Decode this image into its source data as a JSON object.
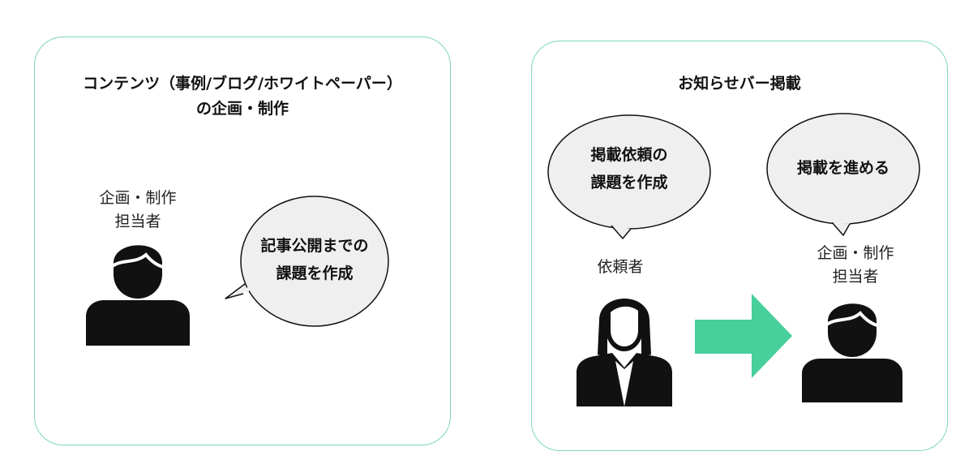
{
  "left_panel": {
    "title_line1": "コンテンツ（事例/ブログ/ホワイトペーパー）",
    "title_line2": "の企画・制作",
    "person_label_line1": "企画・制作",
    "person_label_line2": "担当者",
    "bubble_line1": "記事公開までの",
    "bubble_line2": "課題を作成"
  },
  "right_panel": {
    "title": "お知らせバー掲載",
    "requester_bubble_line1": "掲載依頼の",
    "requester_bubble_line2": "課題を作成",
    "requester_label": "依頼者",
    "planner_bubble": "掲載を進める",
    "planner_label_line1": "企画・制作",
    "planner_label_line2": "担当者"
  },
  "colors": {
    "panel_border": "#7fd8b4",
    "arrow": "#47cf9c",
    "bubble_fill": "#efefef"
  }
}
